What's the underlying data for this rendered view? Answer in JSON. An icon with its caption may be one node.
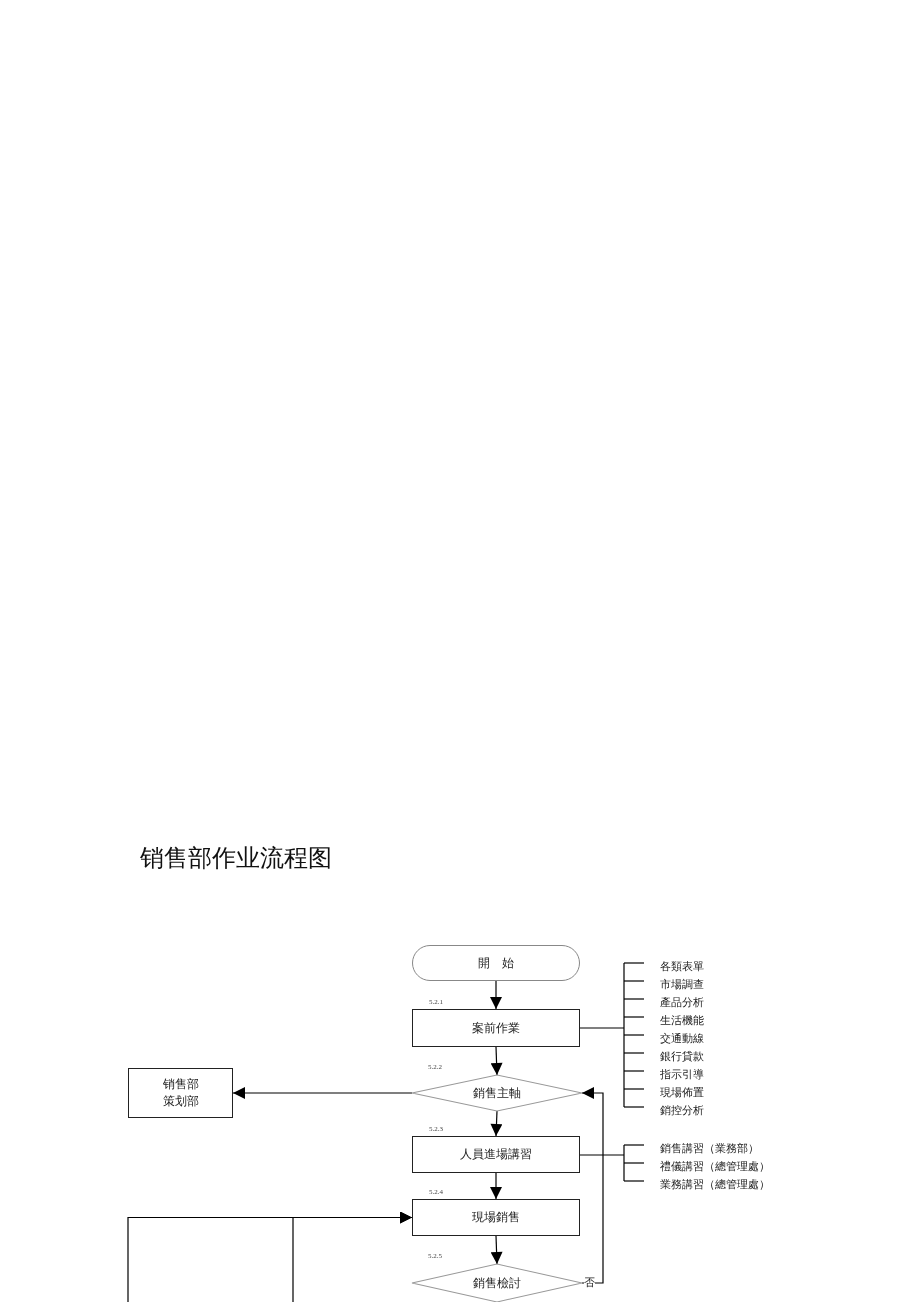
{
  "diagram": {
    "title": "销售部作业流程图",
    "nodes": [
      {
        "text": [
          "開　始"
        ]
      },
      {
        "text": [
          "案前作業"
        ],
        "beside": [
          "5.2.1"
        ]
      },
      {
        "text": [
          "銷售主軸"
        ],
        "beside": [
          "5.2.2"
        ]
      },
      {
        "text": [
          "销售部策划部"
        ]
      },
      {
        "text": [
          "人員進場講習"
        ],
        "beside": [
          "5.2.3"
        ]
      },
      {
        "text": [
          "現場銷售"
        ],
        "beside": [
          "5.2.4"
        ]
      },
      {
        "text": [
          "銷售檢討"
        ],
        "beside": [
          "5.2.5"
        ]
      }
    ],
    "edges": [
      {
        "from": 0,
        "to": 1,
        "arrow": "to"
      },
      {
        "from": 1,
        "to": 2,
        "arrow": "to"
      },
      {
        "from": 2,
        "to": 3,
        "arrow": "to"
      },
      {
        "from": 2,
        "to": 4,
        "arrow": "to"
      },
      {
        "from": 4,
        "to": 5,
        "arrow": "to"
      },
      {
        "from": 5,
        "to": 6,
        "arrow": "to"
      },
      {
        "from": 6,
        "to": 2,
        "arrow": "to",
        "label": "否"
      },
      {
        "from": null,
        "to": 5,
        "arrow": "to"
      },
      {
        "from": null,
        "to": 5,
        "arrow": "to"
      }
    ],
    "labels": [
      "各類表單",
      "市場調查",
      "產品分析",
      "生活機能",
      "交通動線",
      "銀行貸款",
      "指示引導",
      "現場佈置",
      "銷控分析",
      "銷售講習（業務部）",
      "禮儀講習（總管理處）",
      "業務講習（總管理處）"
    ]
  }
}
